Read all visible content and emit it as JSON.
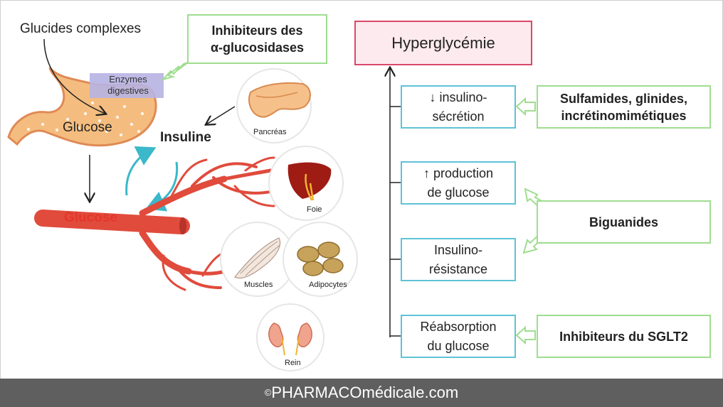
{
  "left": {
    "complex_carbs": "Glucides complexes",
    "enzymes": "Enzymes digestives",
    "stomach_glucose": "Glucose",
    "blood_glucose": "Glucose",
    "insulin": "Insuline",
    "organs": {
      "pancreas": "Pancréas",
      "liver": "Foie",
      "muscles": "Muscles",
      "adipocytes": "Adipocytes",
      "kidney": "Rein"
    },
    "alpha_box": {
      "line1": "Inhibiteurs des",
      "line2": "α-glucosidases"
    }
  },
  "right": {
    "hyper": "Hyperglycémie",
    "mechanisms": [
      {
        "line1": "↓ insulino-",
        "line2": "sécrétion"
      },
      {
        "line1": "↑ production",
        "line2": "de glucose"
      },
      {
        "line1": "Insulino-",
        "line2": "résistance"
      },
      {
        "line1": "Réabsorption",
        "line2": "du glucose"
      }
    ],
    "drugs": [
      {
        "line1": "Sulfamides, glinides,",
        "line2": "incrétinomimétiques"
      },
      {
        "line1": "Biguanides"
      },
      {
        "line1": "Inhibiteurs du SGLT2"
      }
    ]
  },
  "footer": {
    "copyright": "©",
    "site": "PHARMACOmédicale.com"
  },
  "colors": {
    "drug_border": "#9fdd8f",
    "mech_border": "#5ec3d6",
    "hyper_border": "#d9486a",
    "hyper_fill": "#fdeaee",
    "vessel": "#e04b3c",
    "arrow_teal": "#3bb8c9"
  }
}
